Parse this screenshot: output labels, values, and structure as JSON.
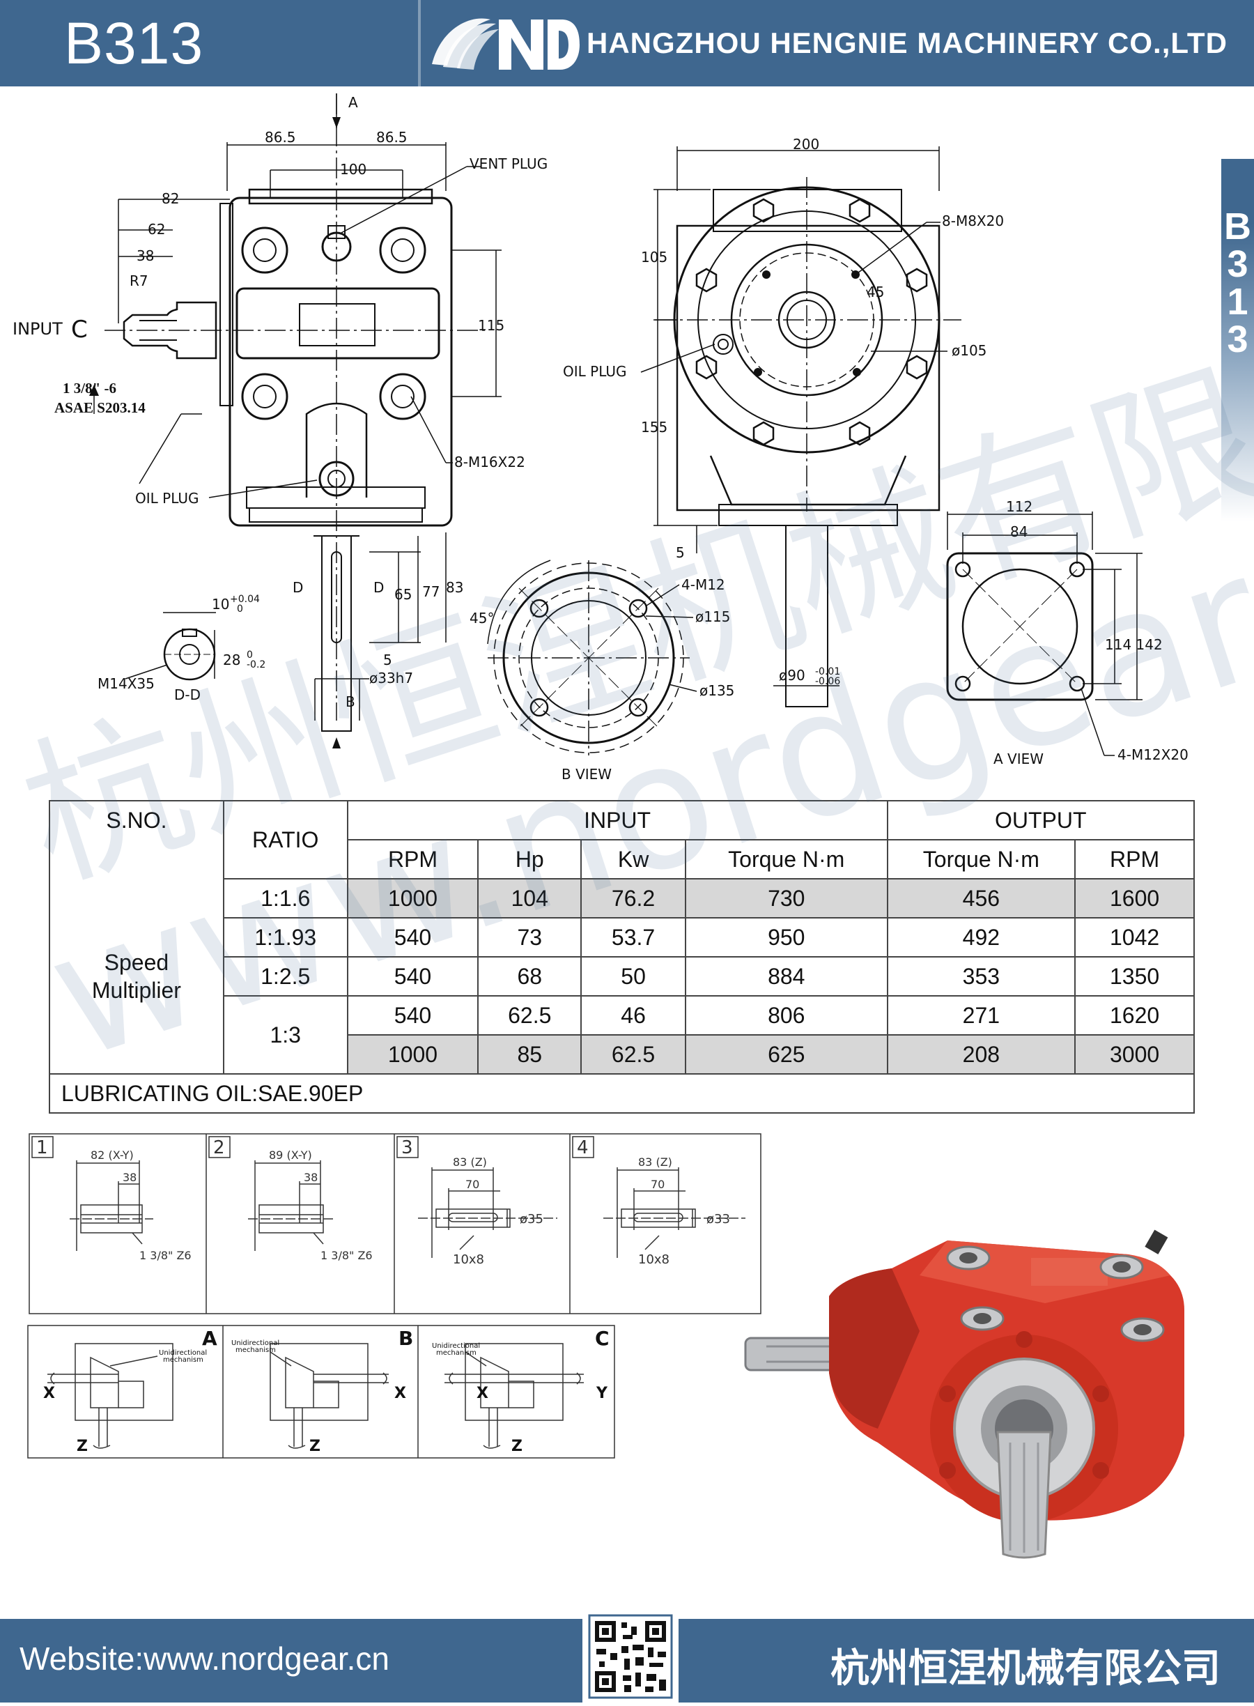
{
  "header": {
    "model": "B313",
    "company": "HANGZHOU HENGNIE MACHINERY CO.,LTD"
  },
  "side_tab": {
    "code": "B313"
  },
  "drawing": {
    "front": {
      "a_mark": "A",
      "dim_86_5_left": "86.5",
      "dim_86_5_right": "86.5",
      "dim_100": "100",
      "dim_82": "82",
      "dim_62": "62",
      "dim_38": "38",
      "r7": "R7",
      "vent_plug": "VENT PLUG",
      "input_label": "INPUT",
      "input_c": "C",
      "dim_115": "115",
      "spline": "1 3/8\" -6",
      "asae": "ASAE S203.14",
      "bolts": "8-M16X22",
      "oil_plug": "OIL PLUG",
      "d_left": "D",
      "d_right": "D",
      "dim_65": "65",
      "dim_77": "77",
      "dim_83": "83",
      "dim_5": "5",
      "dim_33h7": "ø33h7",
      "b_mark": "B"
    },
    "section": {
      "key_width": "10",
      "key_tol_top": "+0.04",
      "key_tol_bot": "0",
      "height": "28",
      "height_tol_top": "0",
      "height_tol_bot": "-0.2",
      "thread": "M14X35",
      "title": "D-D"
    },
    "side": {
      "dim_200": "200",
      "bolts": "8-M8X20",
      "dim_105": "105",
      "angle": "45",
      "oil_plug": "OIL PLUG",
      "dia_105": "ø105",
      "dim_155": "155",
      "dim_5": "5",
      "shaft": "ø90",
      "shaft_tol_top": "-0.01",
      "shaft_tol_bot": "-0.06"
    },
    "b_view": {
      "angle": "45°",
      "holes": "4-M12",
      "dia_115": "ø115",
      "dia_135": "ø135",
      "title": "B VIEW"
    },
    "a_view": {
      "dim_112": "112",
      "dim_84": "84",
      "dim_114_142": "114 142",
      "holes": "4-M12X20",
      "title": "A VIEW"
    }
  },
  "table": {
    "headers": {
      "sno": "S.NO.",
      "ratio": "RATIO",
      "input": "INPUT",
      "output": "OUTPUT",
      "rpm": "RPM",
      "hp": "Hp",
      "kw": "Kw",
      "torque_in": "Torque N·m",
      "torque_out": "Torque N·m",
      "rpm_out": "RPM"
    },
    "type_label": "Speed Multiplier",
    "rows": [
      {
        "ratio": "1:1.6",
        "rpm": "1000",
        "hp": "104",
        "kw": "76.2",
        "tin": "730",
        "tout": "456",
        "rout": "1600"
      },
      {
        "ratio": "1:1.93",
        "rpm": "540",
        "hp": "73",
        "kw": "53.7",
        "tin": "950",
        "tout": "492",
        "rout": "1042"
      },
      {
        "ratio": "1:2.5",
        "rpm": "540",
        "hp": "68",
        "kw": "50",
        "tin": "884",
        "tout": "353",
        "rout": "1350"
      },
      {
        "ratio": "1:3",
        "rpm": "540",
        "hp": "62.5",
        "kw": "46",
        "tin": "806",
        "tout": "271",
        "rout": "1620"
      },
      {
        "ratio": "",
        "rpm": "1000",
        "hp": "85",
        "kw": "62.5",
        "tin": "625",
        "tout": "208",
        "rout": "3000"
      }
    ],
    "lubricating": "LUBRICATING OIL:SAE.90EP"
  },
  "variants": [
    {
      "num": "1",
      "overall": "82 (X-Y)",
      "inner": "38",
      "note": "1 3/8\" Z6"
    },
    {
      "num": "2",
      "overall": "89 (X-Y)",
      "inner": "38",
      "note": "1 3/8\" Z6"
    },
    {
      "num": "3",
      "overall": "83 (Z)",
      "inner": "70",
      "dia": "ø35",
      "key": "10x8"
    },
    {
      "num": "4",
      "overall": "83 (Z)",
      "inner": "70",
      "dia": "ø33",
      "key": "10x8"
    }
  ],
  "arrangements": [
    {
      "letter": "A",
      "note1": "Unidirectional",
      "note2": "mechanism",
      "left": "X",
      "right": "",
      "bottom": "Z"
    },
    {
      "letter": "B",
      "note1": "Unidirectional",
      "note2": "mechanism",
      "left": "",
      "right": "X",
      "bottom": "Z"
    },
    {
      "letter": "C",
      "note1": "Unidirectional",
      "note2": "mechanism",
      "left": "X",
      "right": "Y",
      "bottom": "Z"
    }
  ],
  "watermark": {
    "cn": "杭州恒涅机械有限公司",
    "url": "www.nordgear.cn"
  },
  "footer": {
    "website": "Website:www.nordgear.cn",
    "company_cn": "杭州恒涅机械有限公司"
  },
  "colors": {
    "brand_blue": "#3f678f",
    "gearbox_red": "#d8392a",
    "table_shade": "#d7d7d7"
  }
}
